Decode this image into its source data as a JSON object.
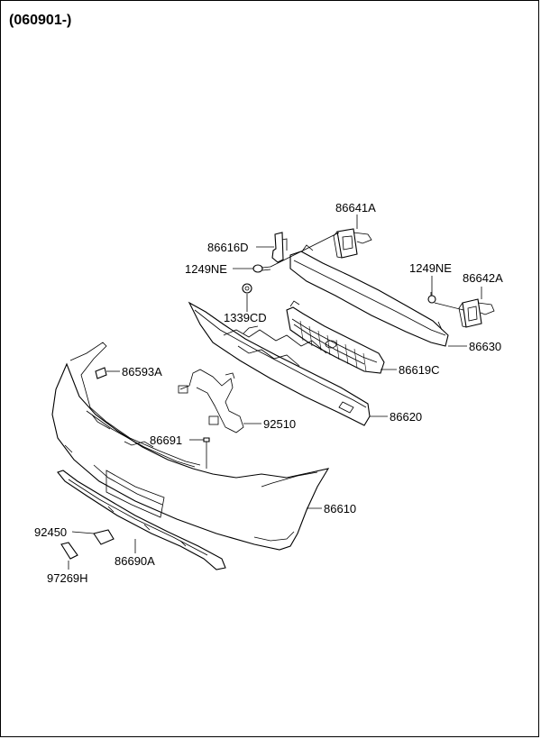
{
  "header": {
    "code": "(060901-)"
  },
  "labels": {
    "p86641A": "86641A",
    "p86616D": "86616D",
    "p1249NE_left": "1249NE",
    "p1249NE_right": "1249NE",
    "p86642A": "86642A",
    "p1339CD": "1339CD",
    "p86630": "86630",
    "p86619C": "86619C",
    "p86593A": "86593A",
    "p86620": "86620",
    "p92510": "92510",
    "p86691": "86691",
    "p86610": "86610",
    "p92450": "92450",
    "p86690A": "86690A",
    "p97269H": "97269H"
  }
}
